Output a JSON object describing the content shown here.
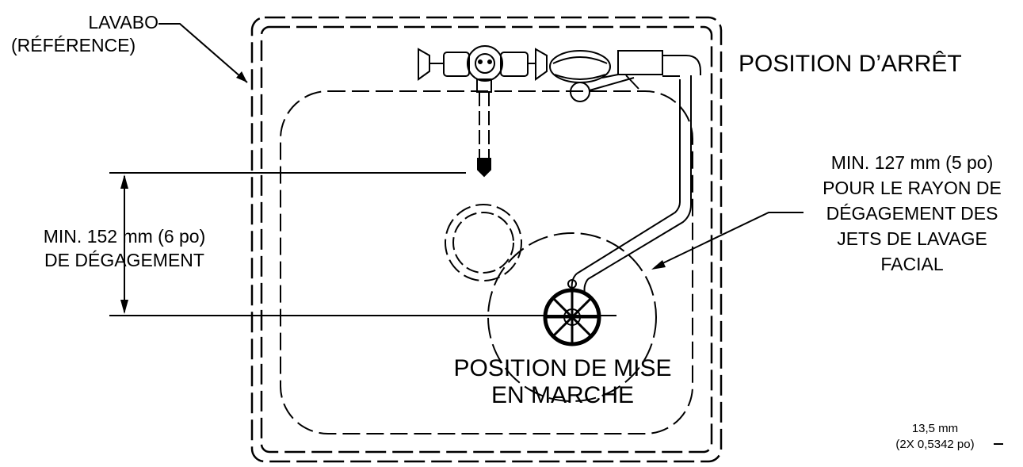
{
  "labels": {
    "sink_line1": "LAVABO",
    "sink_line2": "(RÉFÉRENCE)",
    "off_position": "POSITION D’ARRÊT",
    "clearance_line1": "MIN. 152 mm (6 po)",
    "clearance_line2": "DE DÉGAGEMENT",
    "radius_line1": "MIN. 127 mm (5 po)",
    "radius_line2": "POUR LE RAYON DE",
    "radius_line3": "DÉGAGEMENT DES",
    "radius_line4": "JETS DE LAVAGE",
    "radius_line5": "FACIAL",
    "on_position_line1": "POSITION DE MISE",
    "on_position_line2": "EN MARCHE",
    "dim_line1": "13,5 mm",
    "dim_line2": "(2X 0,5342 po)"
  },
  "icons": [
    "valve-handle-icon",
    "faucet-spout-icon",
    "eyewash-head-icon",
    "swing-arm-icon",
    "wash-wheel-icon"
  ]
}
